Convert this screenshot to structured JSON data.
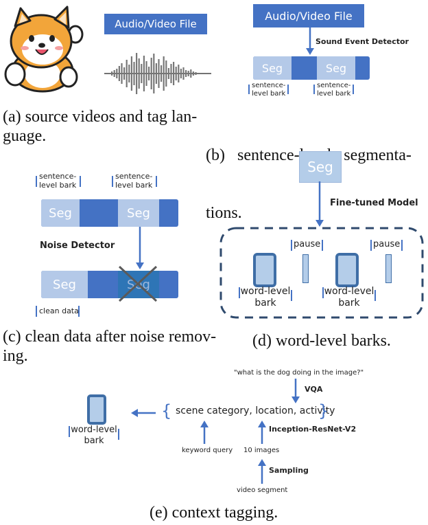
{
  "panel_a": {
    "box_label": "Audio/Video File",
    "caption_line1": "(a) source videos and tag lan-",
    "caption_line2": "guage."
  },
  "panel_b": {
    "box_label": "Audio/Video File",
    "arrow_label": "Sound Event Detector",
    "seg1": "Seg",
    "seg2": "Seg",
    "tag1_line1": "sentence-",
    "tag1_line2": "level bark",
    "tag2_line1": "sentence-",
    "tag2_line2": "level bark",
    "caption_line1": "(b)   sentence-level   segmenta-",
    "caption_line2": "tions."
  },
  "panel_c": {
    "tag1_line1": "sentence-",
    "tag1_line2": "level bark",
    "tag2_line1": "sentence-",
    "tag2_line2": "level bark",
    "seg1": "Seg",
    "seg2": "Seg",
    "arrow_label": "Noise Detector",
    "seg3": "Seg",
    "seg4": "Seg",
    "clean_label": "clean data",
    "caption_line1": "(c) clean data after noise remov-",
    "caption_line2": "ing."
  },
  "panel_d": {
    "seg": "Seg",
    "arrow_label": "Fine-tuned Model",
    "pause1": "pause",
    "pause2": "pause",
    "word1_line1": "word-level",
    "word1_line2": "bark",
    "word2_line1": "word-level",
    "word2_line2": "bark",
    "caption": "(d) word-level barks."
  },
  "panel_e": {
    "question": "\"what is the dog doing in the image?\"",
    "vqa": "VQA",
    "context": "scene category, location, activity",
    "inception": "Inception-ResNet-V2",
    "keyword": "keyword query",
    "images": "10 images",
    "sampling": "Sampling",
    "video_segment": "video segment",
    "word_line1": "word-level",
    "word_line2": "bark",
    "caption": "(e) context tagging."
  },
  "colors": {
    "accent_blue": "#4472c4",
    "seg_light": "#b4c9e8",
    "dog_orange": "#f2a53a"
  }
}
